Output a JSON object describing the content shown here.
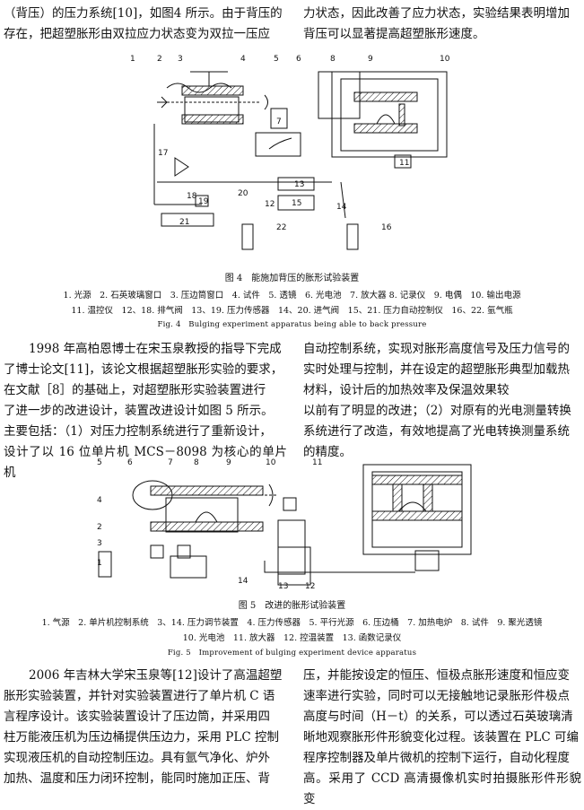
{
  "top_left_para": [
    "（背压）的压力系统[10]，如图4 所示。由于背压的",
    "存在，把超塑胀形由双拉应力状态变为双拉一压应"
  ],
  "top_right_para": [
    "力状态，因此改善了应力状态，实验结果表明增加",
    "背压可以显著提高超塑胀形速度。"
  ],
  "fig4": {
    "labels": [
      "1",
      "2",
      "3",
      "4",
      "5",
      "6",
      "7",
      "8",
      "9",
      "10",
      "11",
      "12",
      "13",
      "14",
      "15",
      "16",
      "17",
      "18",
      "19",
      "20",
      "21",
      "22"
    ],
    "caption": "图 4　能施加背压的胀形试验装置",
    "legend_line1": "1. 光源　2. 石英玻璃窗口　3. 压边筒窗口　4. 试件　5. 透镜　6. 光电池　7. 放大器 8. 记录仪　9. 电偶　10. 输出电源",
    "legend_line2": "11. 温控仪　12、18. 排气阀　13、19. 压力传感器　14、20. 进气阀　15、21. 压力自动控制仪　16、22. 氩气瓶",
    "caption_en": "Fig. 4　Bulging experiment apparatus being able to back pressure"
  },
  "mid_left_para": [
    "1998 年高柏恩博士在宋玉泉教授的指导下完成",
    "了博士论文[11]，该论文根据超塑胀形实验的要求，",
    "在文献［8］的基础上，对超塑胀形实验装置进行",
    "了进一步的改进设计，装置改进设计如图 5 所示。",
    "主要包括：（1）对压力控制系统进行了重新设计，",
    "设计了以 16 位单片机 MCS－8098 为核心的单片机"
  ],
  "mid_right_para": [
    "自动控制系统，实现对胀形高度信号及压力信号的",
    "实时处理与控制，并在设定的超塑胀形典型加载热",
    "材料，设计后的加热效率及保温效果较",
    "以前有了明显的改进；（2）对原有的光电测量转换",
    "系统进行了改造，有效地提高了光电转换测量系统",
    "的精度。"
  ],
  "fig5": {
    "labels": [
      "1",
      "2",
      "3",
      "4",
      "5",
      "6",
      "7",
      "8",
      "9",
      "10",
      "11",
      "12",
      "13",
      "14"
    ],
    "caption": "图 5　改进的胀形试验装置",
    "legend_line1": "1. 气源　2. 单片机控制系统　3、14. 压力调节装置　4. 压力传感器　5. 平行光源　6. 压边桶　7. 加热电炉　8. 试件　9. 聚光透镜",
    "legend_line2": "10. 光电池　11. 放大器　12. 控温装置　13. 函数记录仪",
    "caption_en": "Fig. 5　Improvement of bulging experiment device apparatus"
  },
  "bottom_left_para": [
    "2006 年吉林大学宋玉泉等[12]设计了高温超塑",
    "胀形实验装置，并针对实验装置进行了单片机 C 语",
    "言程序设计。该实验装置设计了压边筒，并采用四",
    "柱万能液压机为压边桶提供压边力，采用 PLC 控制",
    "实现液压机的自动控制压边。具有氩气净化、炉外",
    "加热、温度和压力闭环控制，能同时施加正压、背"
  ],
  "bottom_right_para": [
    "压，并能按设定的恒压、恒极点胀形速度和恒应变",
    "速率进行实验，同时可以无接触地记录胀形件极点",
    "高度与时间（H－t）的关系，可以透过石英玻璃清",
    "晰地观察胀形件形貌变化过程。该装置在 PLC 可编",
    "程序控制器及单片微机的控制下运行，自动化程度",
    "高。采用了 CCD 高清摄像机实时拍摄胀形件形貌变"
  ]
}
